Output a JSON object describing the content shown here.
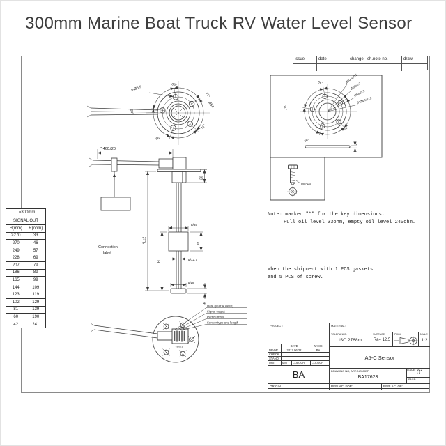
{
  "title": "300mm Marine Boat Truck RV Water Level Sensor",
  "issue_table": {
    "headers": [
      "issue",
      "date",
      "change - ch.note no.",
      "draw"
    ]
  },
  "signal_table": {
    "length_header": "L=300mm",
    "signal_header": "SIGNAL OUT",
    "col_h": "H(mm)",
    "col_r": "R(ohm)",
    "rows": [
      {
        "h": ">270",
        "r": "33"
      },
      {
        "h": "270",
        "r": "46"
      },
      {
        "h": "249",
        "r": "57"
      },
      {
        "h": "228",
        "r": "69"
      },
      {
        "h": "207",
        "r": "79"
      },
      {
        "h": "186",
        "r": "89"
      },
      {
        "h": "165",
        "r": "99"
      },
      {
        "h": "144",
        "r": "109"
      },
      {
        "h": "123",
        "r": "119"
      },
      {
        "h": "102",
        "r": "129"
      },
      {
        "h": "81",
        "r": "139"
      },
      {
        "h": "60",
        "r": "190"
      },
      {
        "h": "42",
        "r": "241"
      }
    ]
  },
  "front_view": {
    "holes_label": "5-Ø5.5",
    "angle_top": "66°",
    "angle_top_right": "77°",
    "bolt_circle_dia": "Ø54",
    "angle_left": "80°",
    "angle_bottom": "66°",
    "angle_bottom_right": "77°"
  },
  "side_view": {
    "wire_length": "* 460±20",
    "head_height": "20",
    "overall_length": "*L±2",
    "float_dia": "Ø35",
    "float_height": "32",
    "tube_dia": "Ø12.7",
    "float_pos": "H",
    "end_dia": "Ø18",
    "cap_height": "4",
    "connection_line1": "Connection",
    "connection_line2": "label"
  },
  "detail_view": {
    "dia_outer": "Ø80.5±0.5",
    "dia_mid": "Ø65±0.2",
    "dia_bolt": "Ø54±0.3",
    "dia_holes": "5*Ø4.5±0.2",
    "angle_top": "66°",
    "angle_left": "80°",
    "angle_bottom": "66°",
    "angle_right": "77°",
    "plate_thickness": "2",
    "screw_label": "M5*16"
  },
  "bottom_view": {
    "label_date": "Date (year & week)",
    "label_signal": "Signal output",
    "label_part": "Part Number",
    "label_sensor": "Sensor type and length",
    "plate_code": "YB001"
  },
  "notes": {
    "line1": "Note: marked \"*\" for the key dimensions.",
    "line2": "Full oil level 33ohm, empty oil level 240ohm.",
    "line3": "When the shipment with 1 PCS gaskets",
    "line4": "and 5 PCS of screw."
  },
  "title_block": {
    "project_label": "PROJECT:",
    "material_label": "MATERIAL:",
    "tolerance_label": "TOLERANCE:",
    "tolerance_value": "ISO 2768m",
    "roughness_label": "SURFACE",
    "roughness_value": "Ra= 12.5",
    "proj_label": "PROJ",
    "scale_label": "SCALE",
    "scale_value": "1:2",
    "date_header": "DATE",
    "name_header": "NAME",
    "draw_label": "DRAW",
    "draw_date": "2017.06.22",
    "draw_name": "BA",
    "check_label": "CHECK",
    "stand_label": "STAND",
    "unit_label": "UNIT",
    "unit_value": "MM",
    "colour_label": "COLOUR",
    "colour_value": "COLOUR",
    "approved_initials": "BA",
    "origin_label": "ORIGIN",
    "drawing_title": "A5-C Sensor",
    "drawing_no_label": "DRAWING NO, ART. NO,/REF:",
    "drawing_no": "BA17623",
    "issue_label": "ISSUE:",
    "issue_value": "01",
    "page_label": "PAGE:",
    "replace_for_label": "REPLAC. FOR:",
    "replace_of_label": "REPLAC. OF:"
  }
}
